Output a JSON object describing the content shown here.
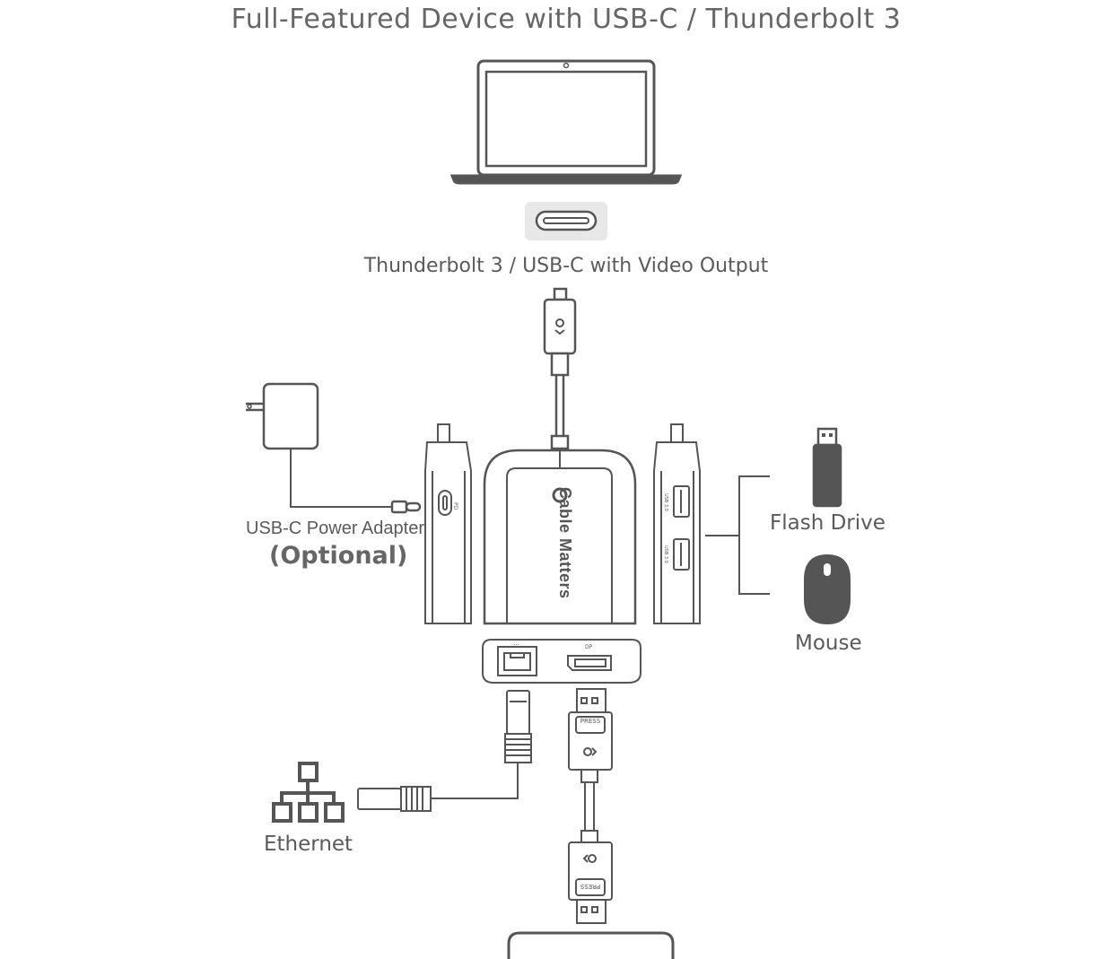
{
  "diagram": {
    "title": "Full-Featured Device with USB-C / Thunderbolt 3",
    "port_label": "Thunderbolt 3 / USB-C with Video Output",
    "power_adapter_label": "USB-C Power Adapter",
    "power_adapter_note": "(Optional)",
    "flash_drive_label": "Flash Drive",
    "mouse_label": "Mouse",
    "ethernet_label": "Ethernet",
    "brand": "Cable Matters",
    "port_marks": {
      "pd": "PD",
      "usb_top": "USB 3.0",
      "usb_bottom": "USB 3.0",
      "ethernet": "…",
      "dp": "DP",
      "press_top": "PRESS",
      "press_bottom": "PRESS"
    }
  },
  "colors": {
    "stroke": "#555555",
    "fill_light": "#f4f4f4",
    "port_bg": "#e8e8e8",
    "text": "#5a5a5a"
  },
  "icons": [
    "laptop-icon",
    "usb-c-port-icon",
    "power-adapter-icon",
    "flash-drive-icon",
    "mouse-icon",
    "ethernet-network-icon",
    "hub-icon",
    "displayport-cable-icon",
    "monitor-icon"
  ]
}
